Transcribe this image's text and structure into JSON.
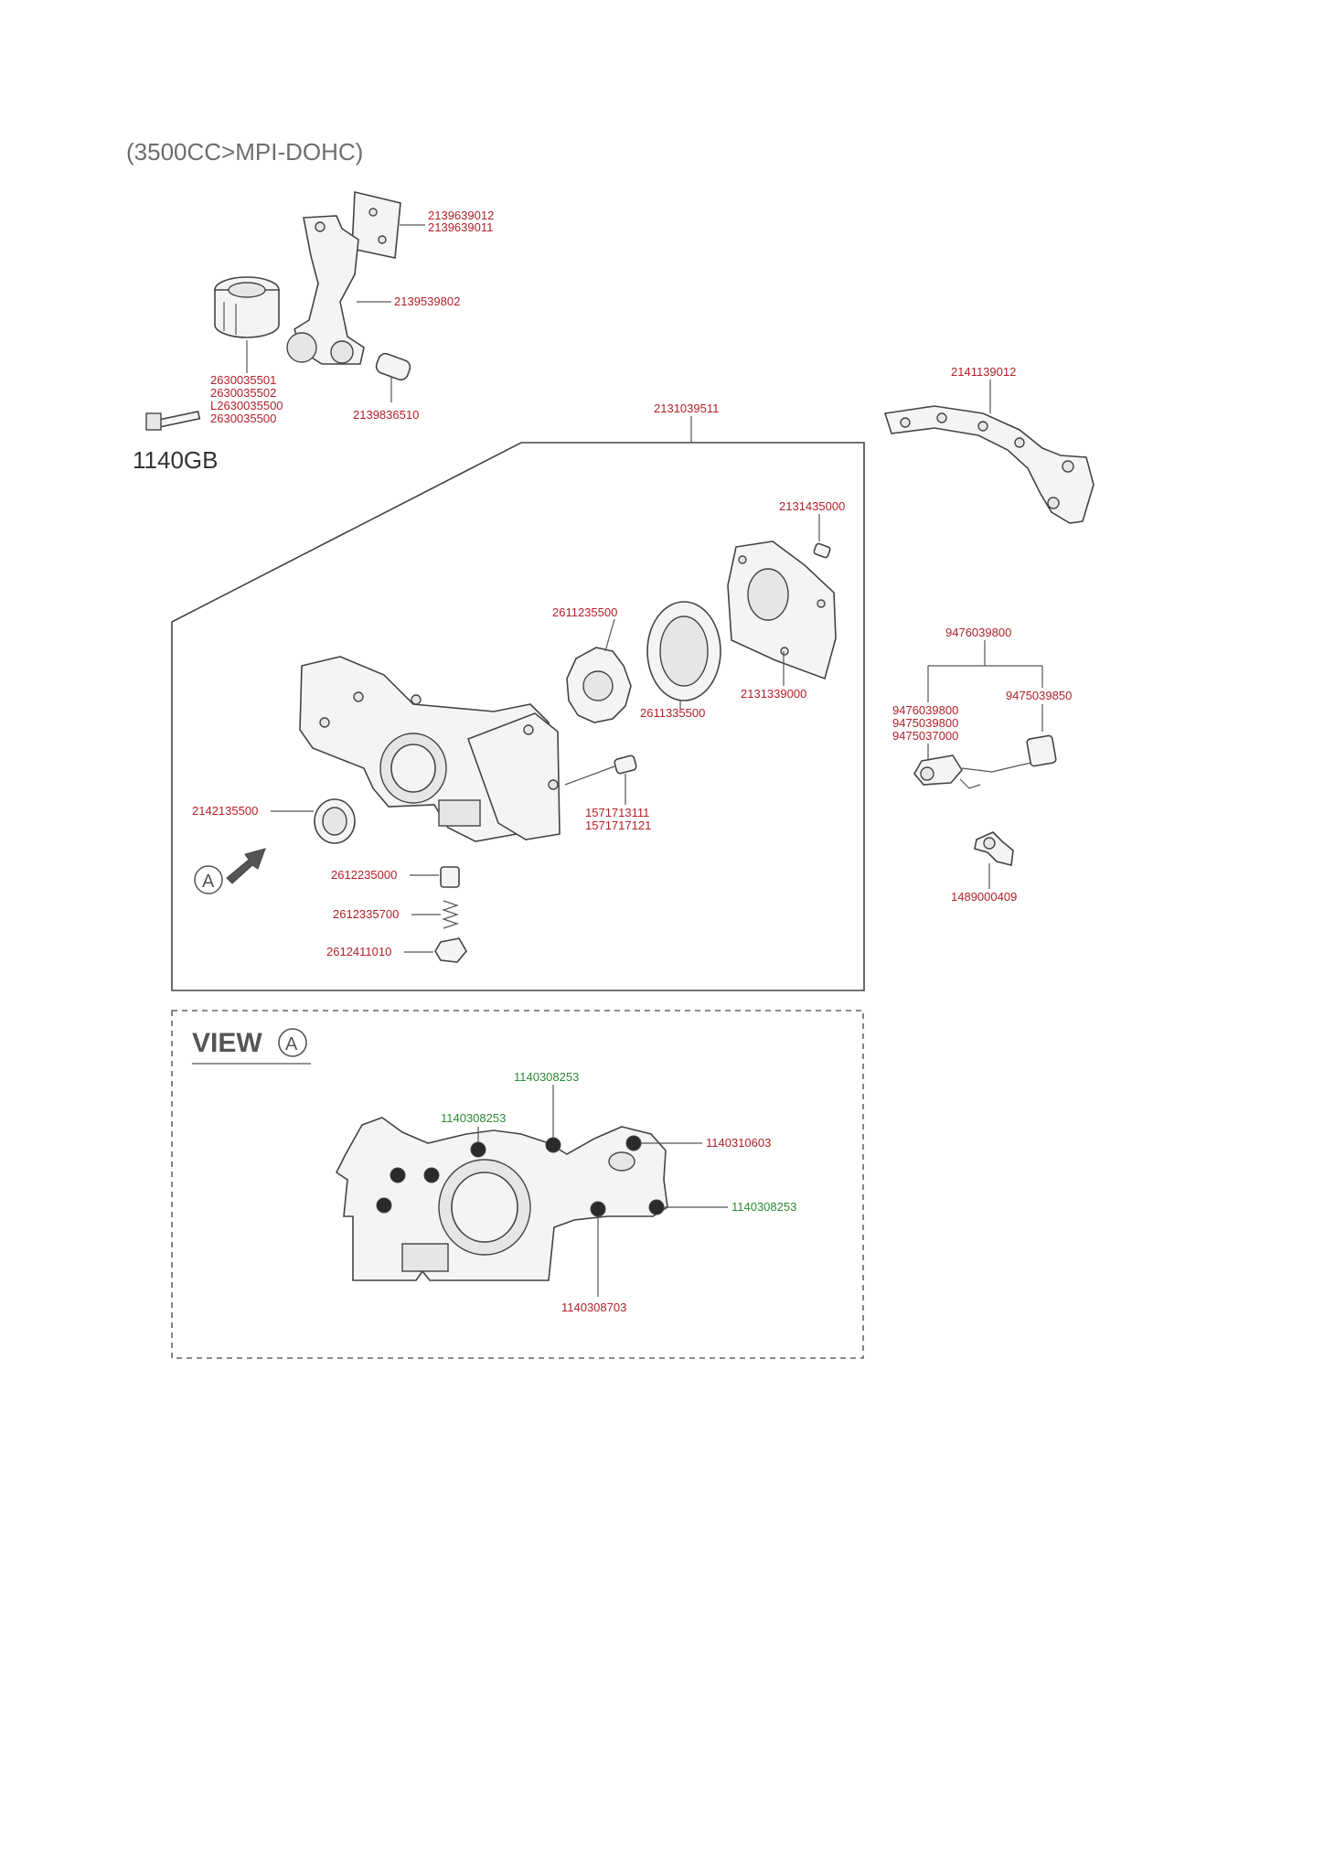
{
  "header": {
    "title": "(3500CC>MPI-DOHC)"
  },
  "labels": {
    "gasket_upper_a": "2139639012",
    "gasket_upper_b": "2139639011",
    "filter_bracket": "2139539802",
    "oil_filter_1": "2630035501",
    "oil_filter_2": "2630035502",
    "oil_filter_3": "L2630035500",
    "oil_filter_4": "2630035500",
    "plug": "2139836510",
    "bolt_code": "1140GB",
    "pump_assembly": "2131039511",
    "gasket_side": "2141139012",
    "screw_cover": "2131435000",
    "inner_rotor": "2611235500",
    "outer_rotor": "2611335500",
    "cover": "2131339000",
    "sensor_assy": "9476039800",
    "sensor_sub_1": "9476039800",
    "sensor_sub_2": "9475039800",
    "sensor_sub_3": "9475037000",
    "sensor_sub_4": "9475039850",
    "oil_seal": "2142135500",
    "plug_a": "1571713111",
    "plug_b": "1571717121",
    "relief_plunger": "2612235000",
    "relief_spring": "2612335700",
    "relief_plug": "2612411010",
    "clamp": "1489000409",
    "view_a_callout": "A",
    "view_title": "VIEW",
    "view_letter": "A",
    "bolt_top_a": "1140308253",
    "bolt_top_b": "1140308253",
    "bolt_right": "1140310603",
    "bolt_right_low": "1140308253",
    "bolt_bottom": "1140308703"
  },
  "colors": {
    "part_number_red": "#b3202a",
    "part_number_green": "#2c8a35"
  }
}
